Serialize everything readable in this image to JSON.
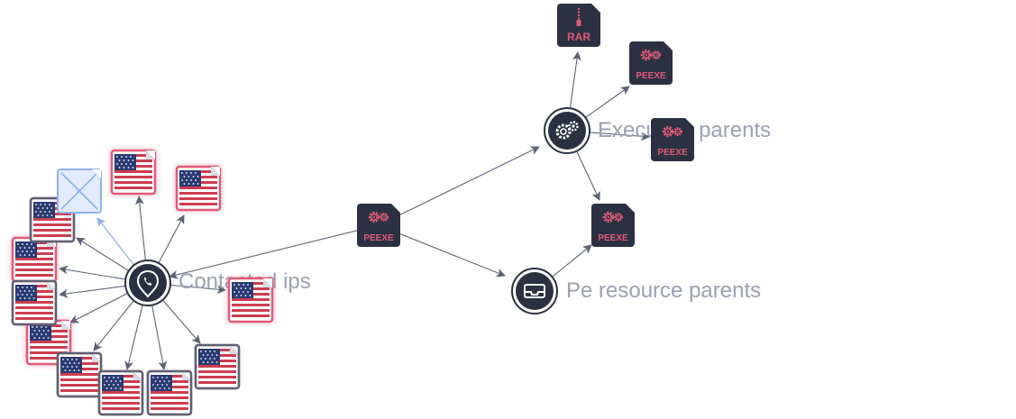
{
  "graph": {
    "labels": {
      "execution_parents": "Execution parents",
      "pe_resource_parents": "Pe resource parents",
      "contacted_ips": "Contacted ips"
    },
    "file_types": {
      "main": "PEEXE",
      "rar": "RAR",
      "exe_1": "PEEXE",
      "exe_2": "PEEXE",
      "exe_3": "PEEXE"
    },
    "ip_country": "US",
    "ip_count": 12,
    "colors": {
      "accent": "#e05a78",
      "node_dark": "#2b3142",
      "edge": "#5a6275",
      "highlight": "#8fb0f0",
      "label": "#9aa0b4"
    }
  }
}
